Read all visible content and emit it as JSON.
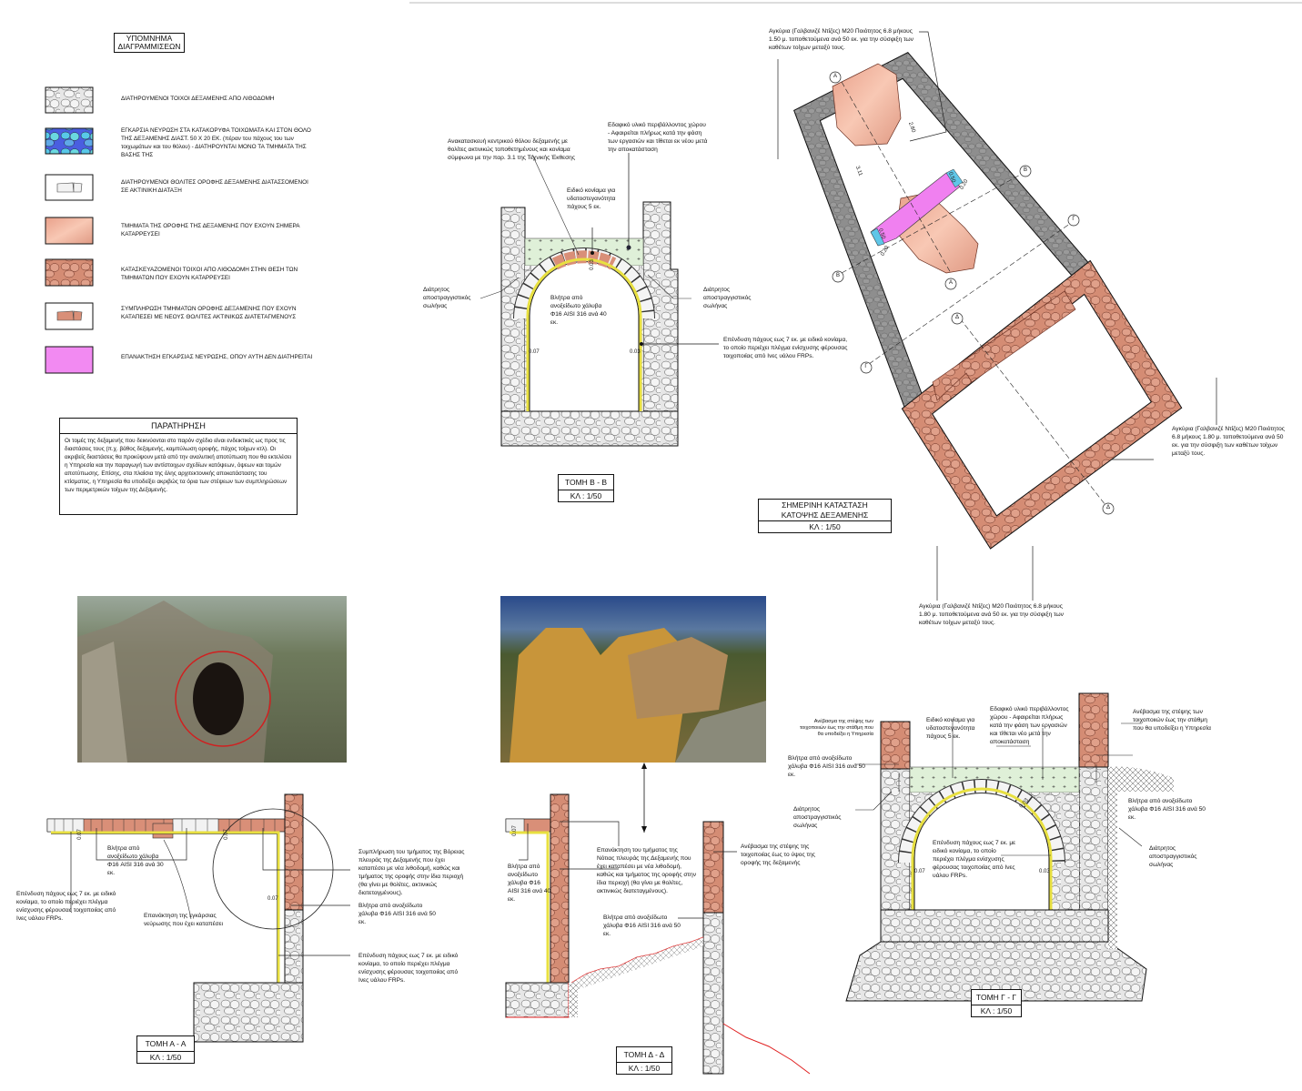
{
  "legend": {
    "title_line1": "ΥΠΟΜΝΗΜΑ",
    "title_line2": "ΔΙΑΓΡΑΜΜΙΣΕΩΝ",
    "items": [
      {
        "text": "ΔΙΑΤΗΡΟΥΜΕΝΟΙ ΤΟΙΧΟΙ ΔΕΞΑΜΕΝΗΣ ΑΠΟ ΛΙΘΟΔΟΜΗ",
        "swatch": "grey-stone"
      },
      {
        "text": "ΕΓΚΑΡΣΙΑ ΝΕΥΡΩΣΗ ΣΤΑ ΚΑΤΑΚΟΡΥΦΑ ΤΟΙΧΩΜΑΤΑ ΚΑΙ ΣΤΟΝ ΘΟΛΟ ΤΗΣ ΔΕΞΑΜΕΝΗΣ ΔΙΑΣΤ. 50 Χ 20 ΕΚ. (πέραν του πάχους του των τοιχωμάτων και του θόλου) - ΔΙΑΤΗΡΟΥΝΤΑΙ ΜΟΝΟ ΤΑ ΤΜΗΜΑΤΑ ΤΗΣ ΒΑΣΗΣ ΤΗΣ",
        "swatch": "blue-stone"
      },
      {
        "text": "ΔΙΑΤΗΡΟΥΜΕΝΟΙ ΘΟΛΙΤΕΣ ΟΡΟΦΗΣ ΔΕΞΑΜΕΝΗΣ ΔΙΑΤΑΣΣΟΜΕΝΟΙ ΣΕ ΑΚΤΙΝΙΚΗ ΔΙΑΤΑΞΗ",
        "swatch": "white-voussoirs"
      },
      {
        "text": "ΤΜΗΜΑΤΑ ΤΗΣ ΟΡΟΦΗΣ ΤΗΣ ΔΕΞΑΜΕΝΗΣ ΠΟΥ ΕΧΟΥΝ ΣΗΜΕΡΑ ΚΑΤΑΡΡΕΥΣΕΙ",
        "swatch": "pink-fill"
      },
      {
        "text": "ΚΑΤΑΣΚΕΥΑΖΟΜΕΝΟΙ ΤΟΙΧΟΙ ΑΠΟ ΛΙΘΟΔΟΜΗ ΣΤΗΝ ΘΕΣΗ ΤΩΝ ΤΜΗΜΑΤΩΝ ΠΟΥ ΕΧΟΥΝ ΚΑΤΑΡΡΕΥΣΕΙ",
        "swatch": "brick-stone"
      },
      {
        "text": "ΣΥΜΠΛΗΡΩΣΗ ΤΜΗΜΑΤΩΝ ΟΡΟΦΗΣ ΔΕΞΑΜΕΝΗΣ ΠΟΥ ΕΧΟΥΝ ΚΑΤΑΠΕΣΕΙ ΜΕ ΝΕΟΥΣ ΘΟΛΙΤΕΣ ΑΚΤΙΝΙΚΩΣ ΔΙΑΤΕΤΑΓΜΕΝΟΥΣ",
        "swatch": "brick-voussoirs"
      },
      {
        "text": "ΕΠΑΝΑΚΤΗΣΗ ΕΓΚΑΡΣΙΑΣ ΝΕΥΡΩΣΗΣ, ΟΠΟΥ ΑΥΤΗ ΔΕΝ ΔΙΑΤΗΡΕΙΤΑΙ",
        "swatch": "magenta-fill"
      }
    ]
  },
  "note": {
    "title": "ΠΑΡΑΤΗΡΗΣΗ",
    "body": "Οι τομές της δεξαμενής που δεικνύονται στο παρόν σχέδιο είναι ενδεικτικές ως προς τις διαστάσεις τους (π.χ. βάθος δεξαμενής, καμπύλωση οροφής, πάχος τοίχων κτλ). Οι ακριβείς διαστάσεις θα προκύψουν μετά από την αναλυτική αποτύπωση που θα εκτελέσει η Υπηρεσία και την παραγωγή των αντίστοιχων σχεδίων κατόψεων, όψεων και τομών αποτύπωσης. Επίσης, στα πλαίσια της όλης αρχιτεκτονικής αποκατάστασης του κτίσματος, η Υπηρεσία θα υποδείξει ακριβώς τα όρια των στέψεων των συμπληρώσεων των περιμετρικών τοίχων της Δεξαμενής."
  },
  "section_bb": {
    "title": "ΤΟΜΗ Β - Β",
    "scale": "ΚΛ : 1/50",
    "label_reconstruction": "Ανακατασκευή κεντρικού θόλου δεξαμενής με θολίτες ακτινικώς τοποθετημένους και κονίαμα σύμφωνα με την παρ. 3.1 της Τεχνικής Έκθεσης",
    "label_soil": "Εδαφικό υλικό περιβάλλοντος χώρου - Αφαιρείται πλήρως κατά την φάση των εργασιών και τίθεται εκ νέου μετά την αποκατάσταση",
    "label_mortar": "Ειδικό κονίαμα για υδατοστεγανότητα πάχους 5 εκ.",
    "label_drain_left": "Διάτρητος αποστραγγιστικός σωλήνας",
    "label_drain_right": "Διάτρητος αποστραγγιστικός σωλήνας",
    "label_dowels": "Βλήτρα από ανοξείδωτο χάλυβα Φ16 AISI 316 ανά 40 εκ.",
    "label_lining": "Επένδυση πάχους εως 7 εκ. με ειδικό κονίαμα, το οποίο περιέχει πλέγμα ενίσχυσης φέρουσας τοιχοποιίας από Ινες υάλου FRPs.",
    "dim_left": "0.07",
    "dim_right": "0.03",
    "dim_arch": "0.03"
  },
  "plan": {
    "title_line1": "ΣΗΜΕΡΙΝΗ ΚΑΤΑΣΤΑΣΗ",
    "title_line2": "ΚΑΤΟΨΗΣ ΔΕΞΑΜΕΝΗΣ",
    "scale": "ΚΛ : 1/50",
    "anchor_top": "Αγκύρια (Γαλβανιζέ Ντίζες) Μ20 Ποιότητος 6.8 μήκους 1.50 μ. τοποθετούμενα ανά 50 εκ. για την σύσφιξη των καθέτων τοίχων μεταξύ τους.",
    "anchor_right": "Αγκύρια (Γαλβανιζέ Ντίζες) Μ20 Ποιότητος 6.8 μήκους 1.80 μ. τοποθετούμενα ανά 50 εκ. για την σύσφιξη των καθέτων τοίχων μεταξύ τους.",
    "anchor_bottom": "Αγκύρια (Γαλβανιζέ Ντίζες) Μ20 Ποιότητος 6.8 μήκους 1.80 μ. τοποθετούμενα ανά 50 εκ. για την σύσφιξη των καθέτων τοίχων μεταξύ τους.",
    "section_marks": [
      "Α",
      "Β",
      "Γ",
      "Δ"
    ],
    "dims": [
      "3.11",
      "2.80",
      "0.50",
      "0.20",
      "0.50",
      "0.20"
    ]
  },
  "section_aa": {
    "title": "ΤΟΜΗ Α - Α",
    "scale": "ΚΛ : 1/50",
    "label_dowels_30": "Βλήτρα από ανοξείδωτο χάλυβα Φ16 AISI 316 ανά 30 εκ.",
    "label_lining": "Επένδυση πάχους εως 7 εκ. με ειδικό κονίαμα, το οποίο περιέχει πλέγμα ενίσχυσης φέρουσας τοιχοποιίας από Ινες υάλου FRPs.",
    "label_rib": "Επανάκτηση της εγκάρσιας νεύρωσης που έχει καταπέσει",
    "label_north": "Συμπλήρωση του τμήματος της Βόρειας πλευράς της Δεξαμενής που έχει καταπέσει με νέα λιθοδομή, καθώς και τμήματος της οροφής στην ίδια περιοχή (θα γίνει με θολίτες, ακτινικώς διατεταγμένους).",
    "label_dowels_50": "Βλήτρα από ανοξείδωτο χάλυβα Φ16 AISI 316 ανά 50 εκ.",
    "label_lining_2": "Επένδυση πάχους εως 7 εκ. με ειδικό κονίαμα, το οποίο περιέχει πλέγμα ενίσχυσης φέρουσας τοιχοποιίας από Ινες υάλου FRPs.",
    "dims": [
      "0.07",
      "0.07",
      "0.07"
    ]
  },
  "section_dd": {
    "title": "ΤΟΜΗ Δ - Δ",
    "scale": "ΚΛ : 1/50",
    "label_dowels_40": "Βλήτρα από ανοξείδωτο χάλυβα Φ16 AISI 316 ανά 40 εκ.",
    "label_south": "Επανάκτηση του τμήματος της Νότιας πλευράς της Δεξαμενής που έχει καταπέσει με νέα λιθοδομή, καθώς και τμήματος της οροφής στην ίδια περιοχή (θα γίνει με θολίτες, ακτινικώς διατεταγμένους).",
    "label_dowels_50": "Βλήτρα από ανοξείδωτο χάλυβα Φ16 AISI 316 ανά 50 εκ.",
    "label_raise": "Ανέβασμα της στέψης της τοιχοποιίας έως το ύψος της οροφής της δεξαμενής",
    "dim": "0.07"
  },
  "section_gg": {
    "title": "ΤΟΜΗ Γ - Γ",
    "scale": "ΚΛ : 1/50",
    "label_raise_left": "Ανέβασμα της στέψης των τοιχοποιιών έως την στάθμη που θα υποδείξει η Υπηρεσία",
    "label_raise_right": "Ανέβασμα της στέψης των τοιχοποιιών έως την στάθμη που θα υποδείξει η Υπηρεσία",
    "label_mortar": "Ειδικό κονίαμα για υδατοστεγανότητα πάχους 5 εκ.",
    "label_soil": "Εδαφικό υλικό περιβάλλοντος χώρου - Αφαιρείται πλήρως κατά την φάση των εργασιών και τίθεται νέο μετά την αποκατάσταση",
    "label_dowels_left": "Βλήτρα από ανοξείδωτο χάλυβα Φ16 AISI 316 ανά 50 εκ.",
    "label_dowels_right": "Βλήτρα από ανοξείδωτο χάλυβα Φ16 AISI 316 ανά 50 εκ.",
    "label_drain_left": "Διάτρητος αποστραγγιστικός σωλήνας",
    "label_drain_right": "Διάτρητος αποστραγγιστικός σωλήνας",
    "label_lining": "Επένδυση πάχους εως 7 εκ. με ειδικό κονίαμα, το οποίο περιέχει πλέγμα ενίσχυσης φέρουσας τοιχοποιίας από Ινες υάλου FRPs.",
    "dim_left": "0.07",
    "dim_right": "0.03",
    "dim_arch": "0.03"
  },
  "colors": {
    "stone_grey": "#d8d8d8",
    "plan_grey": "#8c8c8c",
    "brick": "#d98f78",
    "pink": "#f2b8a4",
    "magenta": "#f080f0",
    "cyan": "#5fc6e8",
    "soil_green": "#dff0d8",
    "lining_yellow": "#e8e040",
    "terrain_red": "#e02020"
  }
}
